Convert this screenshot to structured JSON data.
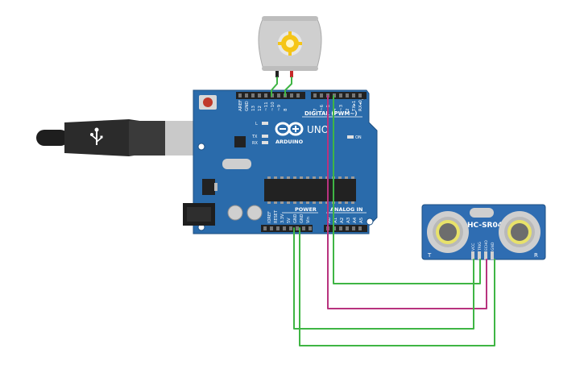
{
  "arduino": {
    "brand": "ARDUINO",
    "model": "UNO",
    "digital_label": "DIGITAL (PWM~)",
    "power_label": "POWER",
    "analog_label": "ANALOG IN",
    "led_l": "L",
    "led_tx": "TX",
    "led_rx": "RX",
    "led_on": "ON",
    "aref": "AREF",
    "gnd_top": "GND",
    "digital_pins": [
      "13",
      "12",
      "~11",
      "~10",
      "~9",
      "8",
      "7",
      "~6",
      "~5",
      "4",
      "~3",
      "2",
      "TX▸1",
      "RX◂0"
    ],
    "power_pins": [
      "IOREF",
      "RESET",
      "3.3V",
      "5V",
      "GND",
      "GND",
      "Vin"
    ],
    "analog_pins": [
      "A0",
      "A1",
      "A2",
      "A3",
      "A4",
      "A5"
    ]
  },
  "sensor": {
    "title": "HC-SR04",
    "pins": [
      "VCC",
      "TRIG",
      "ECHO",
      "GND"
    ],
    "corner_left": "T",
    "corner_right": "R"
  },
  "colors": {
    "board": "#2a6bab",
    "wire_green": "#3fb544",
    "wire_magenta": "#b8337e",
    "motor_body": "#c9c9c9",
    "motor_hub": "#f5c518",
    "sensor_board": "#2f6db2",
    "transducer": "#e8e26a"
  },
  "icons": {
    "usb": "usb-icon",
    "arduino_logo": "infinity-logo-icon"
  }
}
